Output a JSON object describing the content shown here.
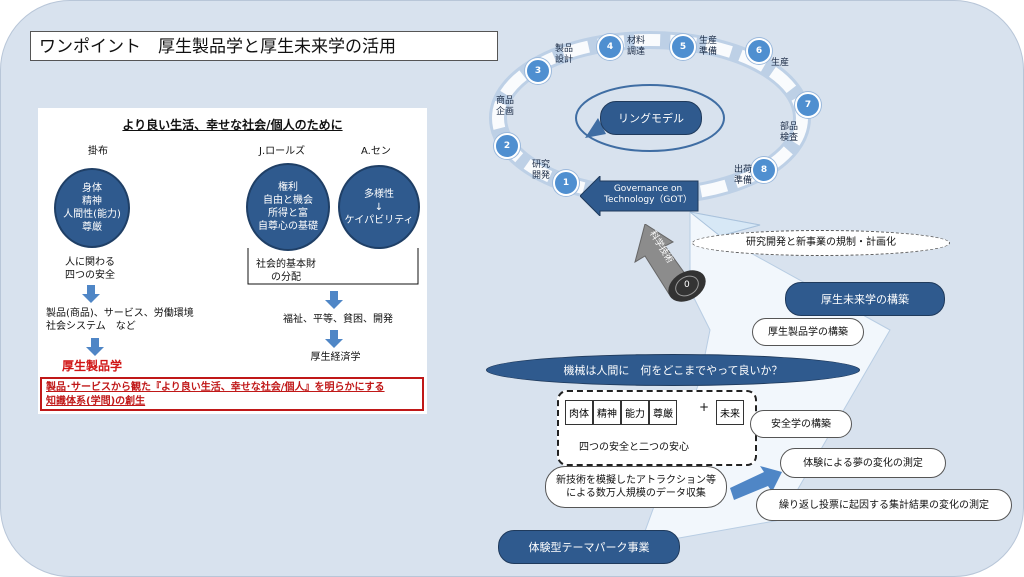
{
  "title": "ワンポイント　厚生製品学と厚生未来学の活用",
  "left": {
    "heading": "より良い生活、幸せな社会/個人のために",
    "col1_label": "掛布",
    "col2_label": "J.ロールズ",
    "col3_label": "A.セン",
    "circle1": [
      "身体",
      "精神",
      "人間性(能力)",
      "尊厳"
    ],
    "circle2": [
      "権利",
      "自由と機会",
      "所得と富",
      "自尊心の基礎"
    ],
    "circle3": [
      "多様性",
      "↓",
      "ケイパビリティ"
    ],
    "safety": [
      "人に関わる",
      "四つの安全"
    ],
    "goods": [
      "社会的基本財",
      "の分配"
    ],
    "products": [
      "製品(商品)、サービス、労働環境",
      "社会システム　など"
    ],
    "welfare": "福祉、平等、貧困、開発",
    "welfare_econ": "厚生経済学",
    "product_science": "厚生製品学",
    "conclusion": [
      "製品･サービスから観た『より良い生活、幸せな社会/個人』を明らかにする",
      "知識体系(学問)の創生"
    ]
  },
  "ring": {
    "center_label": "リングモデル",
    "nodes": [
      {
        "num": "1",
        "label": "研究開発"
      },
      {
        "num": "2",
        "label": "商品企画"
      },
      {
        "num": "3",
        "label": "製品設計"
      },
      {
        "num": "4",
        "label": "材料調達"
      },
      {
        "num": "5",
        "label": "生産準備"
      },
      {
        "num": "6",
        "label": "生産"
      },
      {
        "num": "7",
        "label": "部品検査"
      },
      {
        "num": "8",
        "label": "出荷準備"
      }
    ],
    "got": [
      "Governance on",
      "Technology（GOT）"
    ],
    "zero_label": "0",
    "zero_text": "科学技術"
  },
  "right": {
    "plan": "研究開発と新事業の規制・計画化",
    "future": "厚生未来学の構築",
    "product_build": "厚生製品学の構築",
    "question": "機械は人間に　何をどこまでやって良いか？",
    "safety_boxes": [
      "肉体",
      "精神",
      "能力",
      "尊厳"
    ],
    "plus": "+",
    "future_box": "未来",
    "safety_caption": "四つの安全と二つの安心",
    "safety_science": "安全学の構築",
    "attraction": [
      "新技術を模擬したアトラクション等",
      "による数万人規模のデータ収集"
    ],
    "dream": "体験による夢の変化の測定",
    "vote": "繰り返し投票に起因する集計結果の変化の測定",
    "theme_park": "体験型テーマパーク事業"
  }
}
